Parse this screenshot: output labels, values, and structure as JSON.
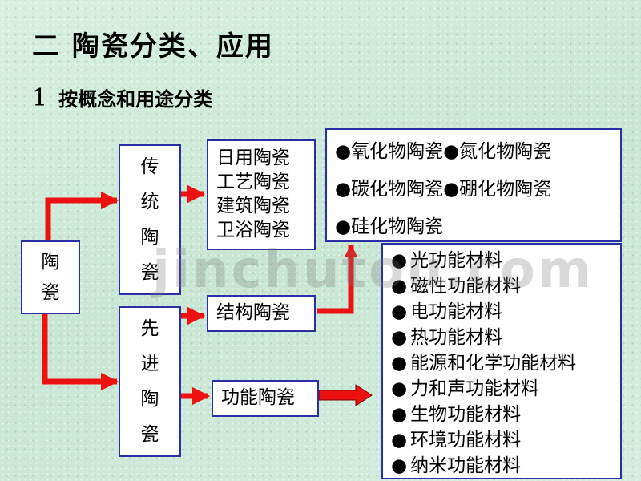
{
  "title": "二 陶瓷分类、应用",
  "subtitle": {
    "number": "1",
    "text": "按概念和用途分类"
  },
  "root": [
    "陶",
    "瓷"
  ],
  "traditional": [
    "传",
    "统",
    "陶",
    "瓷"
  ],
  "advanced": [
    "先",
    "进",
    "陶",
    "瓷"
  ],
  "daily_items": [
    "日用陶瓷",
    "工艺陶瓷",
    "建筑陶瓷",
    "卫浴陶瓷"
  ],
  "structural": "结构陶瓷",
  "functional": "功能陶瓷",
  "structural_types": [
    [
      "氧化物陶瓷",
      "氮化物陶瓷"
    ],
    [
      "碳化物陶瓷",
      "硼化物陶瓷"
    ],
    [
      "硅化物陶瓷"
    ]
  ],
  "functional_types": [
    "光功能材料",
    "磁性功能材料",
    "电功能材料",
    "热功能材料",
    "能源和化学功能材料",
    "力和声功能材料",
    "生物功能材料",
    "环境功能材料",
    "纳米功能材料"
  ],
  "watermark": "jinchutou.com",
  "colors": {
    "arrow": "#ee1111",
    "border": "#2a2fa8"
  }
}
